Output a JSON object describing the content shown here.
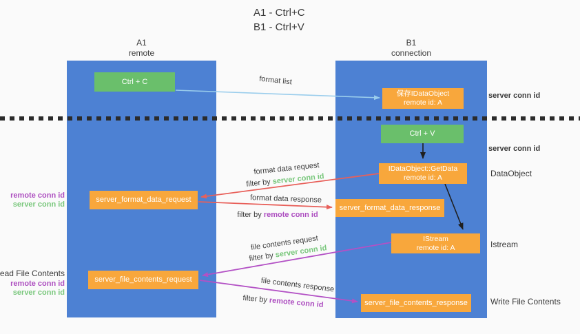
{
  "title": {
    "line1": "A1 - Ctrl+C",
    "line2": "B1 - Ctrl+V"
  },
  "lifelines": {
    "left": {
      "name": "A1",
      "role": "remote"
    },
    "right": {
      "name": "B1",
      "role": "connection"
    }
  },
  "boxes": {
    "ctrl_c": {
      "label": "Ctrl + C"
    },
    "ctrl_v": {
      "label": "Ctrl + V"
    },
    "save_idataobject": {
      "line1": "保存IDataObject",
      "line2": "remote id: A"
    },
    "idataobject_getdata": {
      "line1": "IDataObject::GetData",
      "line2": "remote id: A"
    },
    "istream": {
      "line1": "IStream",
      "line2": "remote id: A"
    },
    "server_format_data_request": {
      "label": "server_format_data_request"
    },
    "server_format_data_response": {
      "label": "server_format_data_response"
    },
    "server_file_contents_request": {
      "label": "server_file_contents_request"
    },
    "server_file_contents_response": {
      "label": "server_file_contents_response"
    }
  },
  "arrow_labels": {
    "format_list": "format list",
    "format_data_request": "format data request",
    "format_data_response": "format data response",
    "file_contents_request": "file contents request",
    "file_contents_response": "file contents response",
    "filter_by": "filter by",
    "server_conn_id": "server conn id",
    "remote_conn_id": "remote conn id"
  },
  "side_labels": {
    "right_top_server_conn_id": "server conn id",
    "right_mid_server_conn_id": "server conn id",
    "dataobject": "DataObject",
    "istream": "Istream",
    "write_file_contents": "Write File Contents",
    "left_format_remote_conn_id": "remote conn id",
    "left_format_server_conn_id": "server conn id",
    "read_file_contents": "Read File Contents",
    "left_file_remote_conn_id": "remote conn id",
    "left_file_server_conn_id": "server conn id"
  },
  "colors": {
    "lifeline_blue": "#4d81d3",
    "box_green": "#6abf6b",
    "box_orange": "#f8a73c",
    "arrow_red": "#e8605a",
    "arrow_purple": "#b351c5",
    "arrow_light_blue": "#9acdec",
    "arrow_black": "#1f1f1f",
    "label_green": "#79c77c",
    "label_purple": "#ad4ec0",
    "text_dark": "#3d3d3d",
    "background": "#fafafa"
  }
}
